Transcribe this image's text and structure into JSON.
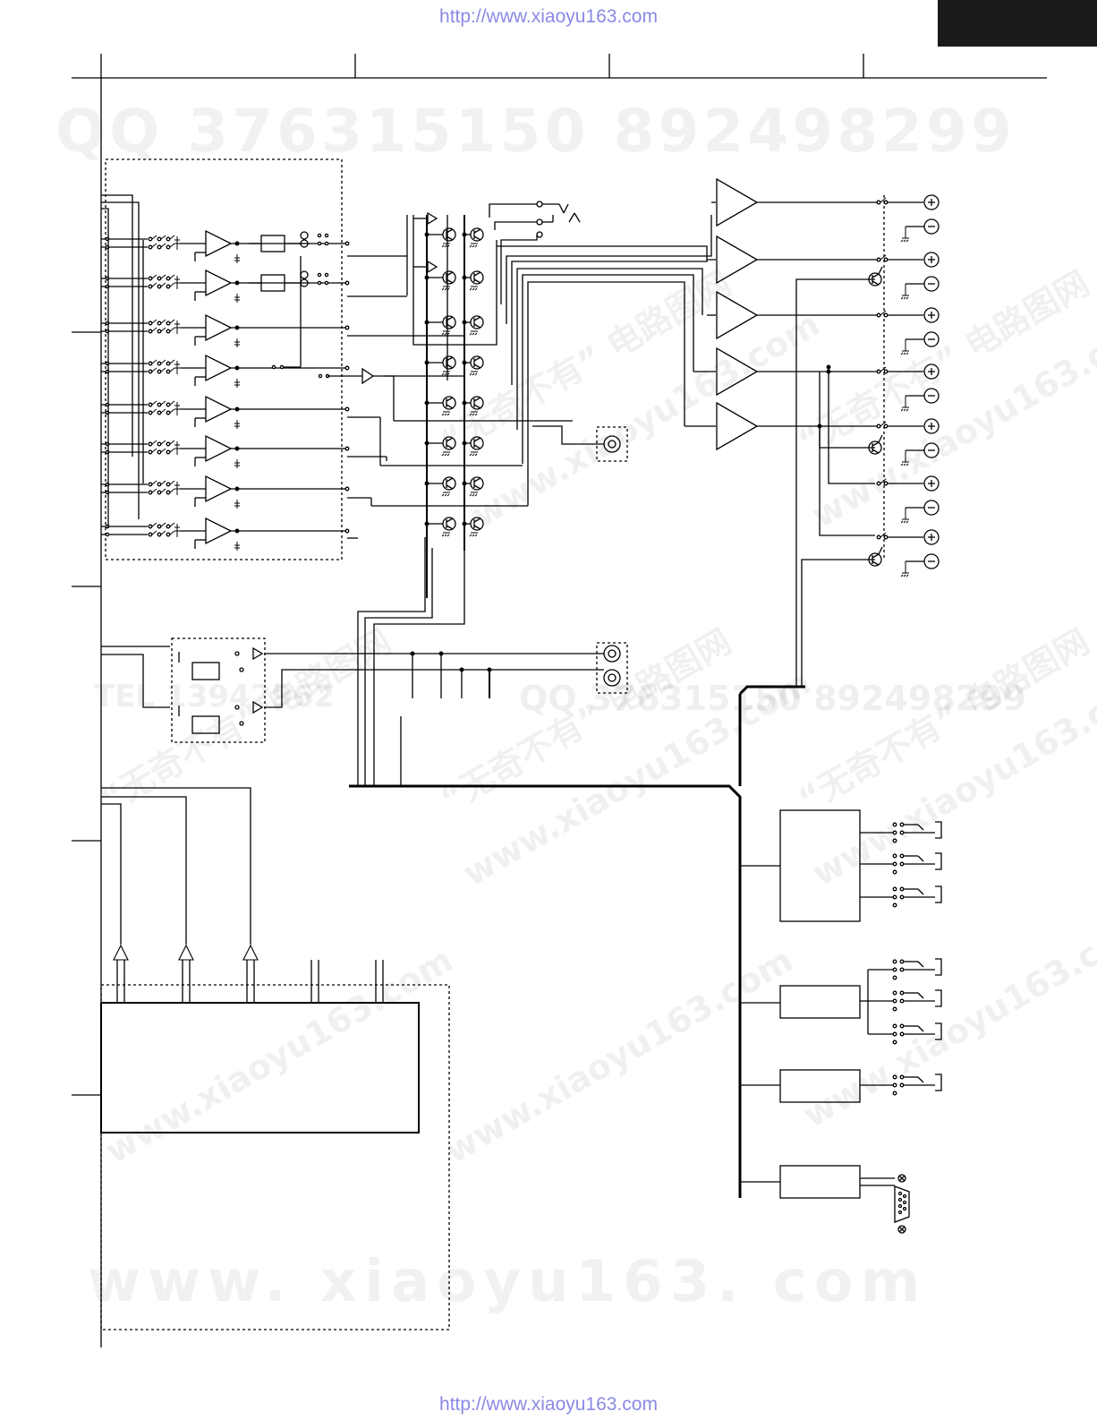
{
  "header": {
    "url_top": "http://www.xiaoyu163.com",
    "url_bottom": "http://www.xiaoyu163.com"
  },
  "watermarks": {
    "qq_line": "QQ 376315150    892498299",
    "site": "www. xiaoyu163. com",
    "tel_fragment": "TEL 13942962",
    "qq_fragment": "QQ 376315150  892498299",
    "diag_cn": "“无奇不有” 电路图网",
    "diag_site": "www.xiaoyu163.com"
  },
  "colors": {
    "line": "#000000",
    "url": "#8a8ae6",
    "background": "#ffffff"
  }
}
